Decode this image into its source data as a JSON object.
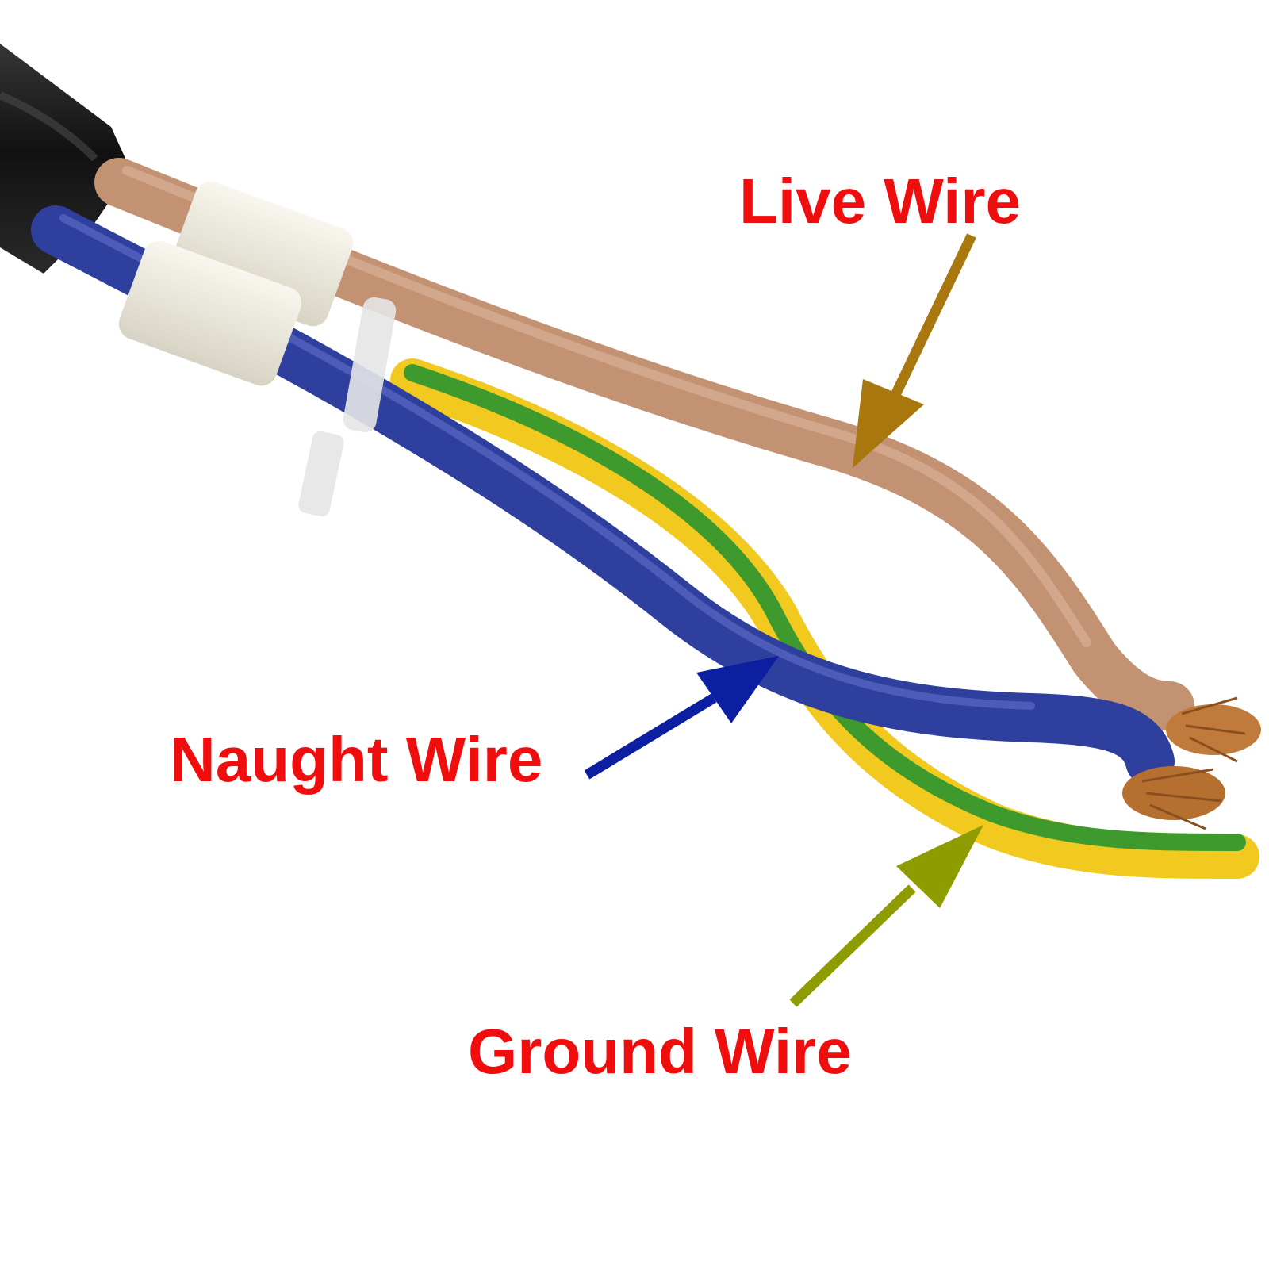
{
  "image": {
    "background": "#ffffff"
  },
  "labels": {
    "live": "Live Wire",
    "neutral": "Naught Wire",
    "ground": "Ground Wire"
  },
  "colors": {
    "label_text": "#f00d0d",
    "live_arrow": "#a8780f",
    "neutral_arrow": "#0d1fa1",
    "ground_arrow": "#8f9c00",
    "cable_jacket": "#1c1c1c",
    "live_insulation": "#c29273",
    "neutral_insulation": "#2f3f9e",
    "ground_yellow": "#f2c91f",
    "ground_green": "#3e9a2c",
    "copper": "#c07a3c",
    "sleeve": "#efece2",
    "cable_tie": "#e6e6e6"
  }
}
